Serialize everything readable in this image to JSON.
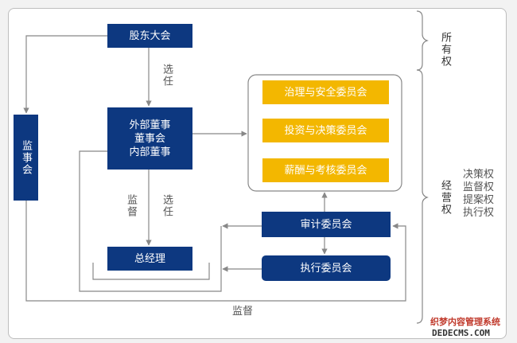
{
  "nodes": {
    "shareholders": "股东大会",
    "board": [
      "外部董事",
      "董事会",
      "内部董事"
    ],
    "supervisory": "监事会",
    "gm": "总经理",
    "audit": "审计委员会",
    "exec": "执行委员会",
    "committees": [
      "治理与安全委员会",
      "投资与决策委员会",
      "薪酬与考核委员会"
    ]
  },
  "edge_labels": {
    "elect_top": "选任",
    "supervise": "监督",
    "elect_mid": "选任",
    "supervise_bottom": "监督"
  },
  "side": {
    "ownership": "所有权",
    "management": "经营权",
    "rights": [
      "决策权",
      "监督权",
      "提案权",
      "执行权"
    ]
  },
  "watermark": [
    "织梦内容管理系统",
    "DEDECMS.COM"
  ],
  "colors": {
    "primary": "#0d3880",
    "accent": "#f3b700",
    "line": "#888888",
    "label": "#555555"
  }
}
